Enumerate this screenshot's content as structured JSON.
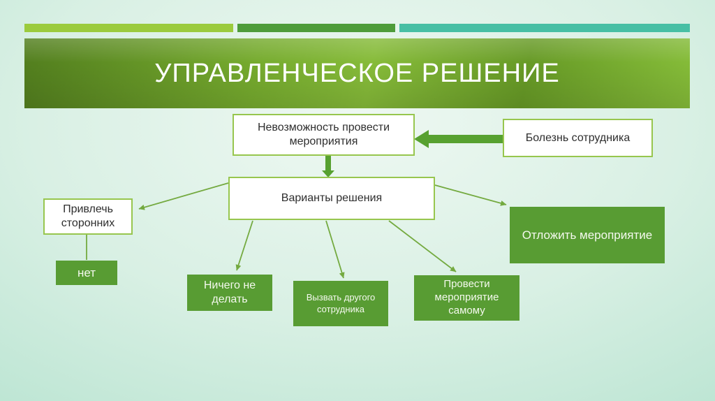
{
  "slide": {
    "title": "УПРАВЛЕНЧЕСКОЕ РЕШЕНИЕ"
  },
  "colors": {
    "bar-lime": "#9bcb3d",
    "bar-green": "#4e9c3a",
    "bar-teal": "#47bfa4",
    "box-border": "#97c64e",
    "green-fill": "#589c33",
    "edge": "#74aa40",
    "thick": "#57a130",
    "banner-dark": "#527e1e",
    "banner-light": "#86bd39",
    "background-mint": "#a4dbc4"
  },
  "diagram": {
    "nodes": [
      {
        "id": "impossible",
        "label": "Невозможность провести мероприятия",
        "type": "white"
      },
      {
        "id": "illness",
        "label": "Болезнь сотрудника",
        "type": "white"
      },
      {
        "id": "options",
        "label": "Варианты решения",
        "type": "white"
      },
      {
        "id": "attract",
        "label": "Привлечь сторонних",
        "type": "white"
      },
      {
        "id": "no",
        "label": "нет",
        "type": "green"
      },
      {
        "id": "nothing",
        "label": "Ничего не делать",
        "type": "green"
      },
      {
        "id": "call",
        "label": "Вызвать другого сотрудника",
        "type": "green"
      },
      {
        "id": "conduct",
        "label": "Провести мероприятие самому",
        "type": "green"
      },
      {
        "id": "postpone",
        "label": "Отложить мероприятие",
        "type": "green"
      }
    ],
    "edges": [
      {
        "from": "illness",
        "to": "impossible",
        "style": "thick-arrow"
      },
      {
        "from": "impossible",
        "to": "options",
        "style": "thick-arrow"
      },
      {
        "from": "options",
        "to": "attract",
        "style": "thin-arrow"
      },
      {
        "from": "attract",
        "to": "no",
        "style": "thin-line"
      },
      {
        "from": "options",
        "to": "nothing",
        "style": "thin-arrow"
      },
      {
        "from": "options",
        "to": "call",
        "style": "thin-arrow"
      },
      {
        "from": "options",
        "to": "conduct",
        "style": "thin-arrow"
      },
      {
        "from": "options",
        "to": "postpone",
        "style": "thin-arrow"
      }
    ]
  }
}
